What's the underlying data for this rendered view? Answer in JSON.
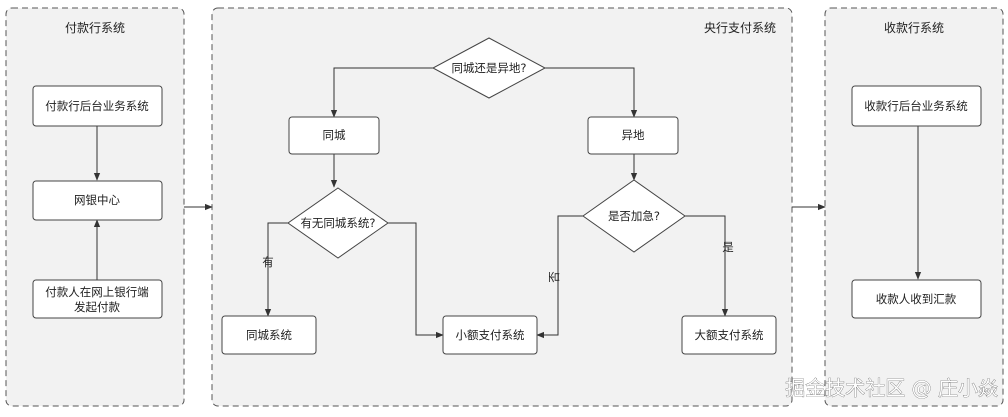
{
  "lanes": {
    "payer": {
      "title": "付款行系统"
    },
    "central": {
      "title": "央行支付系统"
    },
    "payee": {
      "title": "收款行系统"
    }
  },
  "nodes": {
    "payer_backend": "付款行后台业务系统",
    "ebank_center": "网银中心",
    "payer_initiate": [
      "付款人在网上银行端",
      "发起付款"
    ],
    "decision_city": "同城还是异地?",
    "same_city": "同城",
    "remote": "异地",
    "decision_has_system": "有无同城系统?",
    "decision_urgent": "是否加急?",
    "same_city_system": "同城系统",
    "small_payment": "小额支付系统",
    "large_payment": "大额支付系统",
    "payee_backend": "收款行后台业务系统",
    "payee_received": "收款人收到汇款"
  },
  "edge_labels": {
    "has": "有",
    "no": "否",
    "yes": "是"
  },
  "watermark": "掘金技术社区 @ 庄小焱"
}
